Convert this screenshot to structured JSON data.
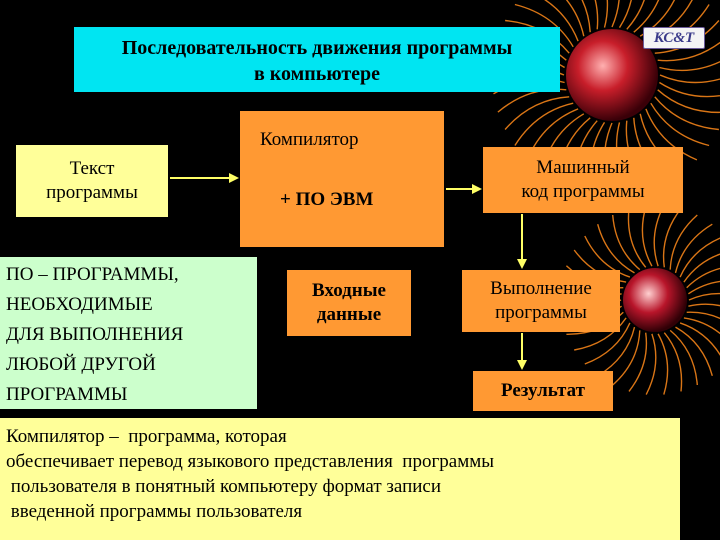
{
  "title": {
    "line1": "Последовательность движения программы",
    "line2": "в компьютере"
  },
  "logo_text": "КС&Т",
  "nodes": {
    "program_text": {
      "line1": "Текст",
      "line2": "программы"
    },
    "compiler": {
      "line1": "Компилятор",
      "line2": "+ ПО ЭВМ"
    },
    "machine_code": {
      "line1": "Машинный",
      "line2": "код программы"
    },
    "po_definition": {
      "lines": [
        "ПО – ПРОГРАММЫ,",
        "НЕОБХОДИМЫЕ",
        "ДЛЯ ВЫПОЛНЕНИЯ",
        "ЛЮБОЙ ДРУГОЙ",
        "ПРОГРАММЫ"
      ]
    },
    "input_data": {
      "line1": "Входные",
      "line2": "данные"
    },
    "execution": {
      "line1": "Выполнение",
      "line2": "программы"
    },
    "result": {
      "label": "Результат"
    }
  },
  "definition": {
    "lines": [
      "Компилятор –  программа, которая",
      "обеспечивает перевод языкового представления  программы",
      " пользователя в понятный компьютеру формат записи",
      " введенной программы пользователя"
    ]
  },
  "colors": {
    "background": "#000000",
    "title_fill": "#00e5f2",
    "orange_fill": "#ff9933",
    "yellow_fill": "#ffff99",
    "green_fill": "#ccffcc",
    "arrow": "#ffff66",
    "firework": "#ff8a1a"
  }
}
